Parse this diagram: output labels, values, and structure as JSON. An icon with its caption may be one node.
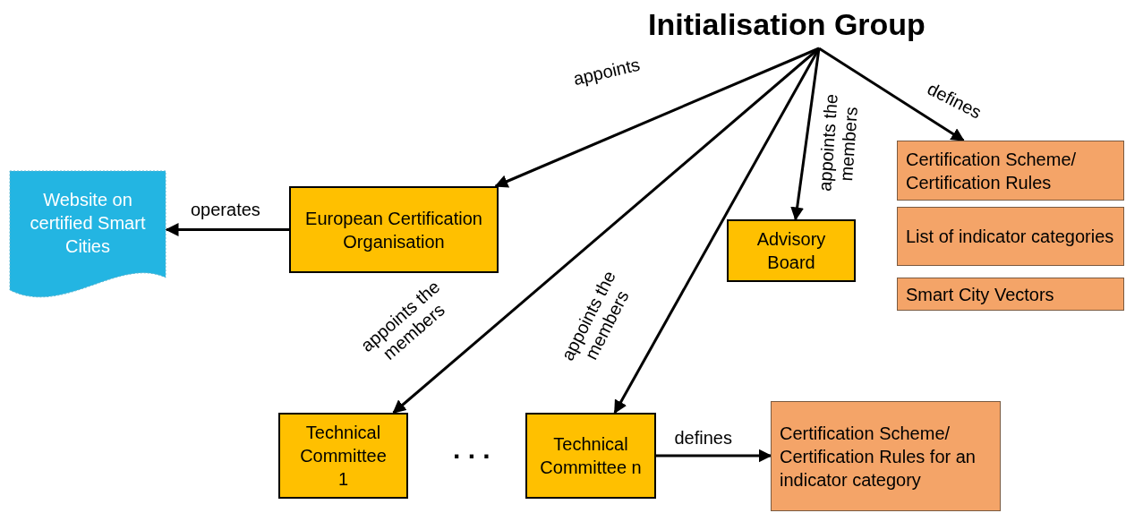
{
  "diagram": {
    "nodes": [
      {
        "text": [
          "Initialisation Group"
        ]
      },
      {
        "text": [
          "Website on certified Smart Cities"
        ]
      },
      {
        "text": [
          "European Certification Organisation"
        ]
      },
      {
        "text": [
          "Advisory Board"
        ]
      },
      {
        "text": [
          "Certification Scheme/ Certification Rules"
        ]
      },
      {
        "text": [
          "List of indicator categories"
        ]
      },
      {
        "text": [
          "Smart City Vectors"
        ]
      },
      {
        "text": [
          "Technical Committee 1"
        ]
      },
      {
        "text": [
          "Technical Committee n"
        ]
      },
      {
        "text": [
          "Certification Scheme/ Certification Rules for an indicator category"
        ]
      }
    ],
    "edges": [
      {
        "from": 0,
        "to": 2,
        "arrow": "to",
        "label": "appoints"
      },
      {
        "from": 0,
        "to": 7,
        "arrow": "to",
        "label": "appoints the members"
      },
      {
        "from": 0,
        "to": 8,
        "arrow": "to",
        "label": "appoints the members"
      },
      {
        "from": 0,
        "to": 3,
        "arrow": "to",
        "label": "appoints the members"
      },
      {
        "from": 0,
        "to": 4,
        "arrow": "to",
        "label": "defines"
      },
      {
        "from": 2,
        "to": 1,
        "arrow": "to",
        "label": "operates"
      },
      {
        "from": 8,
        "to": 9,
        "arrow": "to",
        "label": "defines"
      }
    ],
    "labels": [
      ". . ."
    ]
  }
}
